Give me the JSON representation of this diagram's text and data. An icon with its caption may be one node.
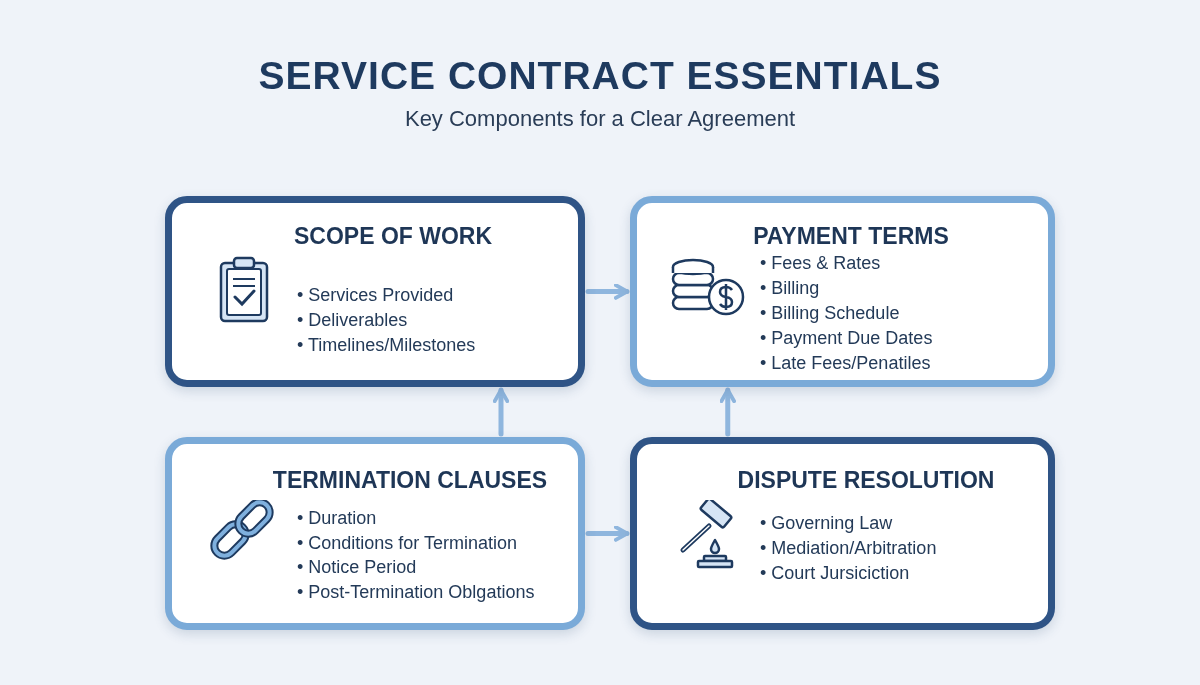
{
  "diagram": {
    "title": "SERVICE CONTRACT ESSENTIALS",
    "caption": "Key Components for a Clear Agreement",
    "nodes": [
      {
        "text": [
          "SCOPE OF WORK",
          "• Services Provided",
          "• Deliverables",
          "• Timelines/Milestones"
        ]
      },
      {
        "text": [
          "PAYMENT TERMS",
          "• Fees & Rates",
          "• Billing",
          "• Billing Schedule",
          "• Payment Due Dates",
          "• Late Fees/Penatiles"
        ]
      },
      {
        "text": [
          "TERMINATION CLAUSES",
          "• Duration",
          "• Conditions for Termination",
          "• Notice Period",
          "• Post-Termination Oblgations"
        ]
      },
      {
        "text": [
          "DISPUTE RESOLUTION",
          "• Governing Law",
          "• Mediation/Arbitration",
          "• Court Jursiciction"
        ]
      }
    ],
    "edges": [
      {
        "from": 0,
        "to": 1,
        "arrow": "to"
      },
      {
        "from": 2,
        "to": 0,
        "arrow": "to"
      },
      {
        "from": 2,
        "to": 3,
        "arrow": "to"
      },
      {
        "from": 3,
        "to": 1,
        "arrow": "to"
      }
    ]
  }
}
